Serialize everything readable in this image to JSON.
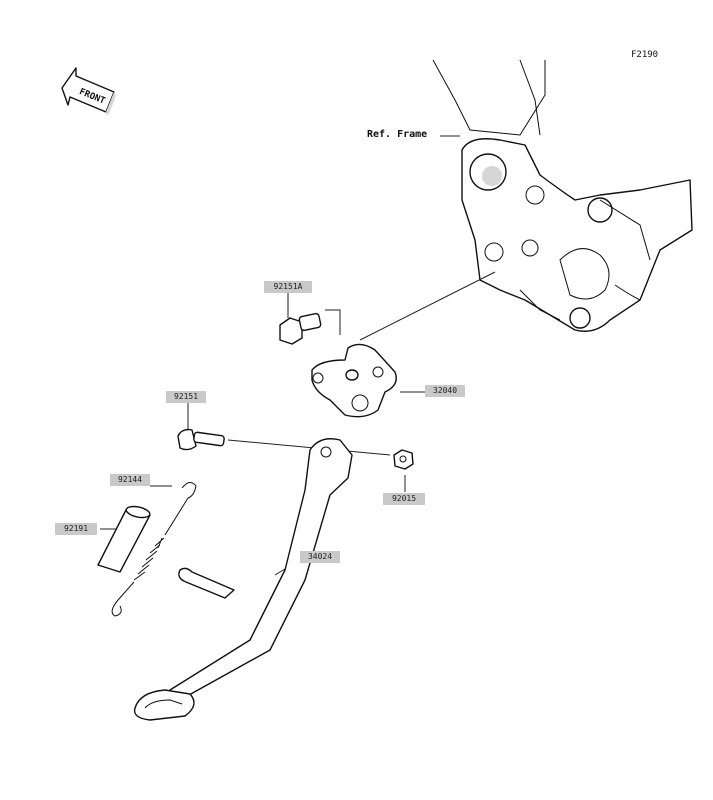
{
  "figure_code": "F2190",
  "reference_label": "Ref. Frame",
  "front_arrow_text": "FRONT",
  "parts": [
    {
      "id": "bolt-upper",
      "number": "92151A"
    },
    {
      "id": "bracket",
      "number": "32040"
    },
    {
      "id": "bolt-pivot",
      "number": "92151"
    },
    {
      "id": "spring",
      "number": "92144"
    },
    {
      "id": "sleeve",
      "number": "92191"
    },
    {
      "id": "nut",
      "number": "92015"
    },
    {
      "id": "side-stand",
      "number": "34024"
    }
  ]
}
